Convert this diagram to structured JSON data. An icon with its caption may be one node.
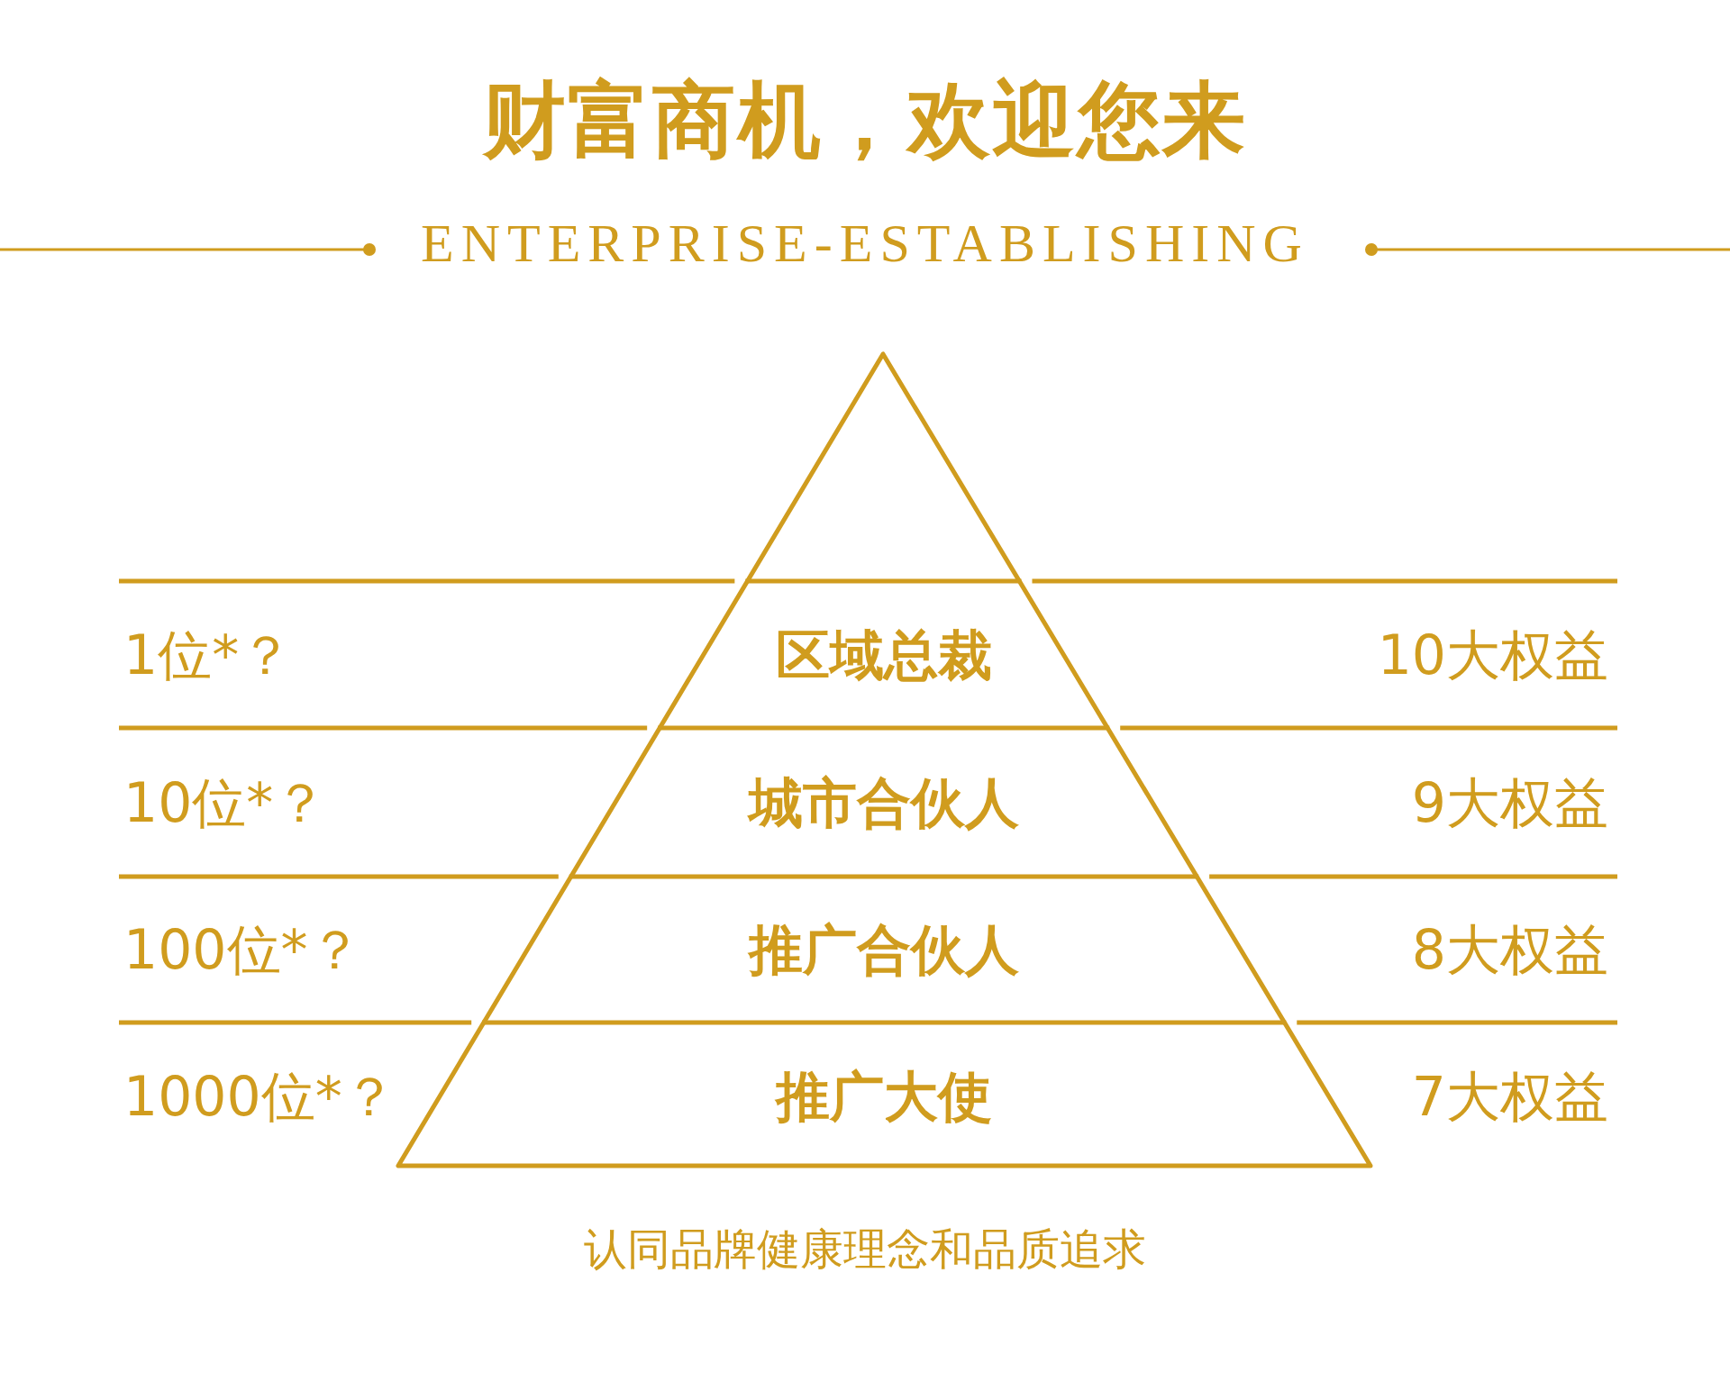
{
  "diagram": {
    "title": "财富商机，欢迎您来",
    "caption": "认同品牌健康理念和品质追求",
    "nodes": [
      {
        "text": [],
        "shape": "triangle"
      },
      {
        "text": [
          "区域总裁"
        ],
        "in": 0
      },
      {
        "text": [
          "城市合伙人"
        ],
        "in": 0
      },
      {
        "text": [
          "推广合伙人"
        ],
        "in": 0
      },
      {
        "text": [
          "推广大使"
        ],
        "in": 0
      }
    ],
    "labels": [
      "ENTERPRISE-ESTABLISHING",
      "1位*？",
      "10大权益",
      "10位*？",
      "9大权益",
      "100位*？",
      "8大权益",
      "1000位*？",
      "7大权益"
    ]
  }
}
